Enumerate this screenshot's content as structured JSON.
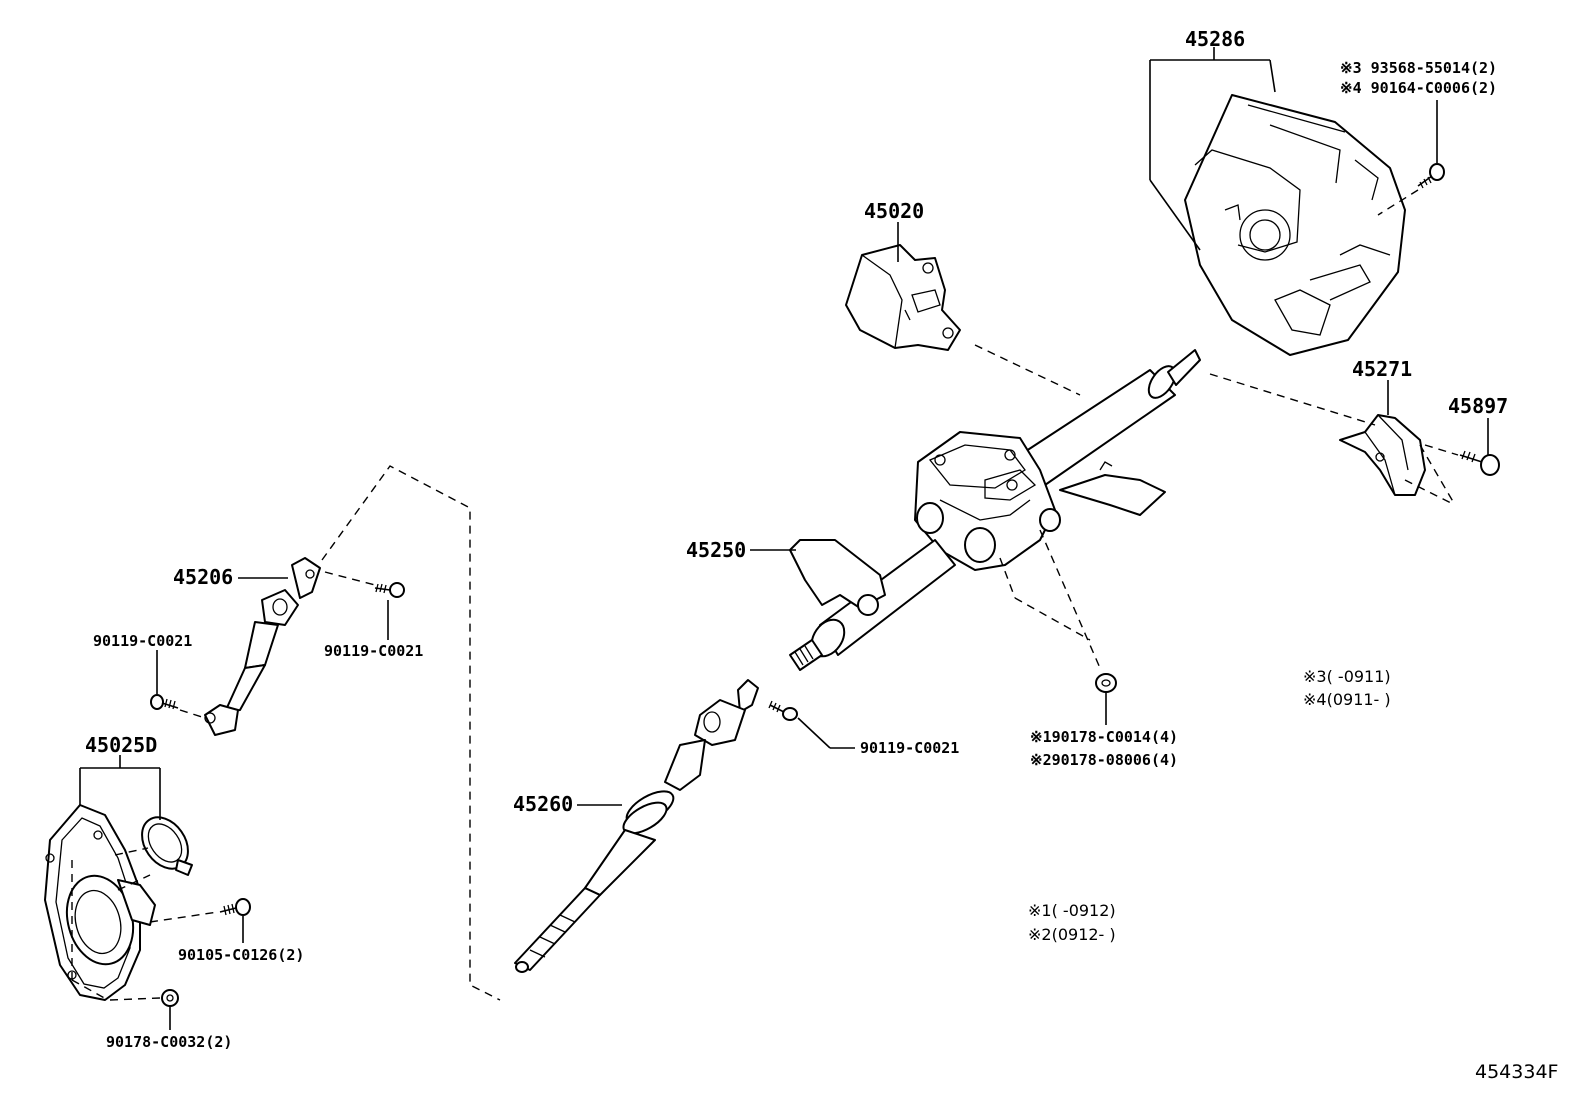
{
  "labels": {
    "p45286": "45286",
    "p93568": "※3 93568-55014(2)",
    "p90164": "※4 90164-C0006(2)",
    "p45020": "45020",
    "p45271": "45271",
    "p45897": "45897",
    "p45250": "45250",
    "p45206": "45206",
    "p90119a": "90119-C0021",
    "p90119b": "90119-C0021",
    "p90119c": "90119-C0021",
    "p45025d": "45025D",
    "p90105": "90105-C0126(2)",
    "p90178c32": "90178-C0032(2)",
    "p45260": "45260",
    "p90178c14": "※190178-C0014(4)",
    "p9017808006": "※290178-08006(4)"
  },
  "notes": {
    "n3": "※3(    -0911)",
    "n4": "※4(0911-     )",
    "n1": "※1(    -0912)",
    "n2": "※2(0912-     )"
  },
  "figure_id": "454334F"
}
